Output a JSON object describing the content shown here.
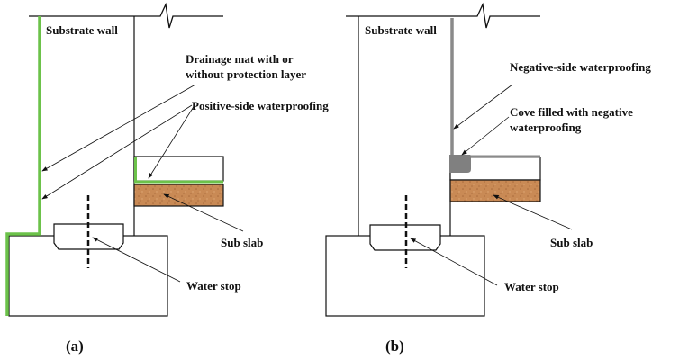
{
  "colors": {
    "positive_waterproofing": "#6cc24a",
    "negative_waterproofing": "#8a8a8a",
    "sub_slab": "#c98a55",
    "line": "#111111"
  },
  "panel_a": {
    "caption": "(a)",
    "wall_label": "Substrate wall",
    "drainage_label_line1": "Drainage mat with or",
    "drainage_label_line2": "without protection layer",
    "positive_label": "Positive-side waterproofing",
    "sub_slab_label": "Sub slab",
    "water_stop_label": "Water stop"
  },
  "panel_b": {
    "caption": "(b)",
    "wall_label": "Substrate wall",
    "negative_label": "Negative-side waterproofing",
    "cove_label_line1": "Cove filled with negative",
    "cove_label_line2": "waterproofing",
    "sub_slab_label": "Sub slab",
    "water_stop_label": "Water stop"
  }
}
